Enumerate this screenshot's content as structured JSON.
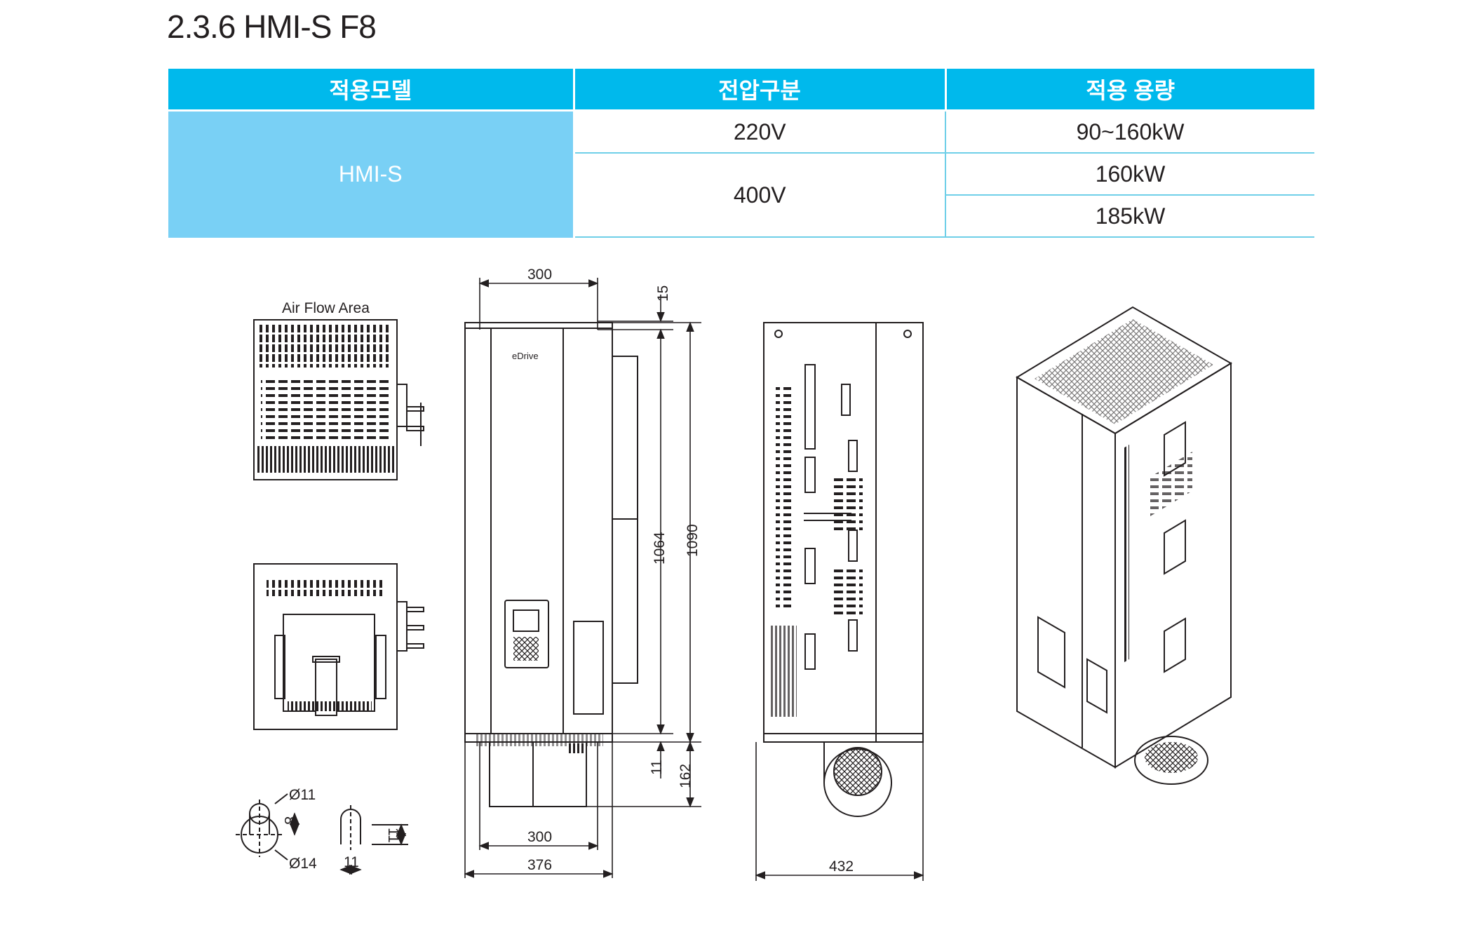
{
  "section": {
    "title": "2.3.6 HMI-S F8"
  },
  "table": {
    "headers": [
      "적용모델",
      "전압구분",
      "적용 용량"
    ],
    "model": "HMI-S",
    "rows": [
      {
        "voltage": "220V",
        "capacity": "90~160kW"
      },
      {
        "voltage": "400V",
        "capacity": "160kW"
      },
      {
        "voltage": "",
        "capacity": "185kW"
      }
    ]
  },
  "drawing": {
    "air_flow_label": "Air Flow Area",
    "brand_logo": "eDrive",
    "front_width": "300",
    "top_offset": "15",
    "inner_height": "1064",
    "total_height": "1090",
    "bottom_offset": "11",
    "fan_height": "162",
    "base_width": "300",
    "total_width": "376",
    "depth": "432",
    "hole_outer_dia": "Ø11",
    "hole_inner_dia": "Ø14",
    "hole_gap": "8",
    "slot_width": "11",
    "slot_height": "11"
  },
  "colors": {
    "header_bg": "#00b9ec",
    "model_bg": "#79d0f5",
    "line": "#231f20"
  }
}
